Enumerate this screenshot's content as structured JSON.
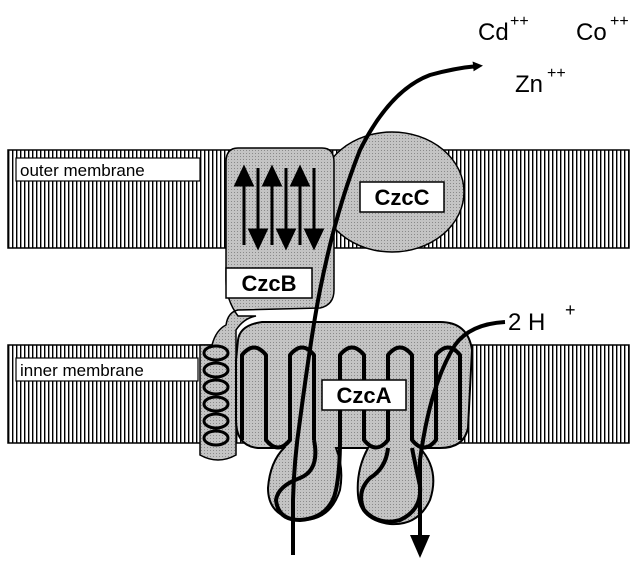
{
  "membranes": {
    "outer_label": "outer membrane",
    "inner_label": "inner membrane"
  },
  "proteins": {
    "czcc": "CzcC",
    "czcb": "CzcB",
    "czca": "CzcA"
  },
  "ions": {
    "cadmium": "Cd",
    "cadmium_charge": "++",
    "cobalt": "Co",
    "cobalt_charge": "++",
    "zinc": "Zn",
    "zinc_charge": "++"
  },
  "protons": {
    "label": "2 H",
    "charge": "+"
  },
  "colors": {
    "protein_fill": "#bdbdbd",
    "membrane_line": "#000000",
    "background": "#ffffff"
  }
}
